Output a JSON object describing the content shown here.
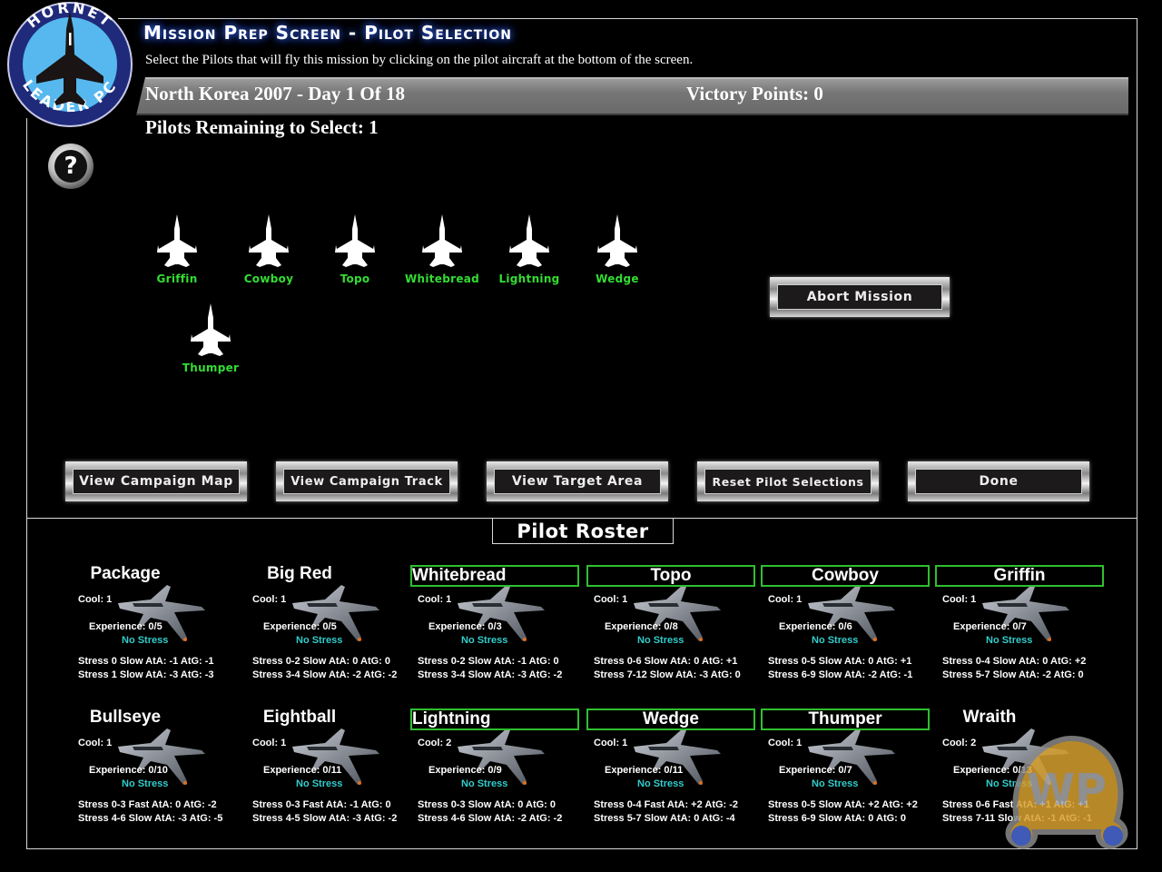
{
  "logo": {
    "top_text": "HORNET",
    "bottom_text": "LEADER PC"
  },
  "header": {
    "title": "Mission Prep Screen - Pilot Selection",
    "subtitle": "Select the Pilots that will fly this mission by clicking on the pilot aircraft at the bottom of the screen.",
    "campaign": "North Korea 2007 - Day 1 Of 18",
    "victory_points": "Victory Points: 0",
    "remaining": "Pilots Remaining to Select: 1"
  },
  "help": {
    "label": "?",
    "icon": "help-icon"
  },
  "selected_pilots": [
    {
      "name": "Griffin"
    },
    {
      "name": "Cowboy"
    },
    {
      "name": "Topo"
    },
    {
      "name": "Whitebread"
    },
    {
      "name": "Lightning"
    },
    {
      "name": "Wedge"
    },
    {
      "name": "Thumper"
    }
  ],
  "buttons": {
    "abort": "Abort Mission",
    "campaign_map": "View Campaign Map",
    "campaign_track": "View Campaign Track",
    "target_area": "View Target Area",
    "reset": "Reset Pilot Selections",
    "done": "Done"
  },
  "roster": {
    "title": "Pilot Roster",
    "pilots": [
      {
        "name": "Package",
        "selected": false,
        "cool": "Cool: 1",
        "experience": "Experience: 0/5",
        "stress": "No Stress",
        "line1": "Stress 0 Slow AtA: -1 AtG: -1",
        "line2": "Stress 1 Slow AtA: -3 AtG: -3"
      },
      {
        "name": "Big Red",
        "selected": false,
        "cool": "Cool: 1",
        "experience": "Experience: 0/5",
        "stress": "No Stress",
        "line1": "Stress 0-2 Slow AtA: 0 AtG: 0",
        "line2": "Stress 3-4 Slow AtA: -2 AtG: -2"
      },
      {
        "name": "Whitebread",
        "selected": true,
        "cool": "Cool: 1",
        "experience": "Experience: 0/3",
        "stress": "No Stress",
        "line1": "Stress 0-2 Slow AtA: -1 AtG: 0",
        "line2": "Stress 3-4 Slow AtA: -3 AtG: -2"
      },
      {
        "name": "Topo",
        "selected": true,
        "cool": "Cool: 1",
        "experience": "Experience: 0/8",
        "stress": "No Stress",
        "line1": "Stress 0-6 Slow AtA: 0 AtG: +1",
        "line2": "Stress 7-12 Slow AtA: -3 AtG: 0"
      },
      {
        "name": "Cowboy",
        "selected": true,
        "cool": "Cool: 1",
        "experience": "Experience: 0/6",
        "stress": "No Stress",
        "line1": "Stress 0-5 Slow AtA: 0 AtG: +1",
        "line2": "Stress 6-9 Slow AtA: -2 AtG: -1"
      },
      {
        "name": "Griffin",
        "selected": true,
        "cool": "Cool: 1",
        "experience": "Experience: 0/7",
        "stress": "No Stress",
        "line1": "Stress 0-4 Slow AtA: 0 AtG: +2",
        "line2": "Stress 5-7 Slow AtA: -2 AtG: 0"
      },
      {
        "name": "Bullseye",
        "selected": false,
        "cool": "Cool: 1",
        "experience": "Experience: 0/10",
        "stress": "No Stress",
        "line1": "Stress 0-3 Fast AtA: 0 AtG: -2",
        "line2": "Stress 4-6 Slow AtA: -3 AtG: -5"
      },
      {
        "name": "Eightball",
        "selected": false,
        "cool": "Cool: 1",
        "experience": "Experience: 0/11",
        "stress": "No Stress",
        "line1": "Stress 0-3 Fast AtA: -1 AtG: 0",
        "line2": "Stress 4-5 Slow AtA: -3 AtG: -2"
      },
      {
        "name": "Lightning",
        "selected": true,
        "cool": "Cool: 2",
        "experience": "Experience: 0/9",
        "stress": "No Stress",
        "line1": "Stress 0-3 Slow AtA: 0 AtG: 0",
        "line2": "Stress 4-6 Slow AtA: -2 AtG: -2"
      },
      {
        "name": "Wedge",
        "selected": true,
        "cool": "Cool: 1",
        "experience": "Experience: 0/11",
        "stress": "No Stress",
        "line1": "Stress 0-4 Fast AtA: +2 AtG: -2",
        "line2": "Stress 5-7 Slow AtA: 0 AtG: -4"
      },
      {
        "name": "Thumper",
        "selected": true,
        "cool": "Cool: 1",
        "experience": "Experience: 0/7",
        "stress": "No Stress",
        "line1": "Stress 0-5 Slow AtA: +2 AtG: +2",
        "line2": "Stress 6-9 Slow AtA: 0 AtG: 0"
      },
      {
        "name": "Wraith",
        "selected": false,
        "cool": "Cool: 2",
        "experience": "Experience: 0/13",
        "stress": "No Stress",
        "line1": "Stress 0-6 Fast AtA: +1 AtG: +1",
        "line2": "Stress 7-11 Slow AtA: -1 AtG: -1"
      }
    ]
  },
  "colors": {
    "pilot_name_green": "#33dd33",
    "selection_border": "#2fbf2f",
    "no_stress_cyan": "#33cccc",
    "logo_navy": "#1f2a7a",
    "logo_sky": "#56b8ee"
  },
  "watermark": {
    "text": "WP"
  }
}
